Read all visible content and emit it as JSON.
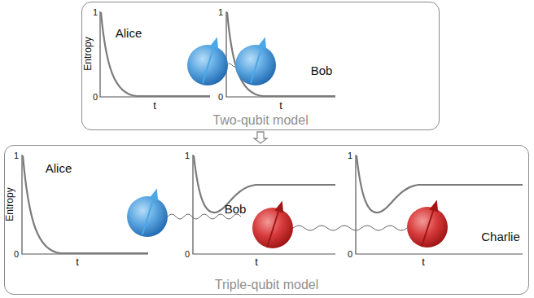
{
  "diagram": {
    "nodes": [
      {
        "text": [
          "Two-qubit model"
        ]
      },
      {
        "text": [
          "Triple-qubit model"
        ]
      }
    ],
    "edges": [
      {
        "from": 0,
        "to": 1,
        "arrow": "to"
      }
    ],
    "labels": [
      "Entropy",
      "1",
      "0",
      "t",
      "Alice",
      "1",
      "0",
      "t",
      "Bob",
      "Entropy",
      "1",
      "0",
      "t",
      "Alice",
      "1",
      "0",
      "t",
      "Bob",
      "1",
      "0",
      "t",
      "Charlie"
    ]
  }
}
